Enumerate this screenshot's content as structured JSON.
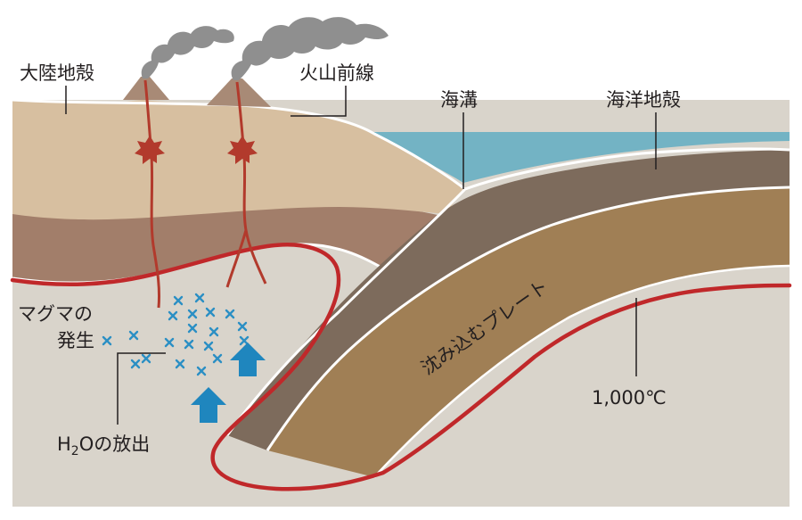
{
  "labels": {
    "continental_crust": "大陸地殻",
    "volcanic_front": "火山前線",
    "trench": "海溝",
    "oceanic_crust": "海洋地殻",
    "magma_line1": "マグマの",
    "magma_line2": "発生",
    "subducting_plate": "沈み込むプレート",
    "isotherm": "1,000℃",
    "water_release_h": "H",
    "water_release_sub": "2",
    "water_release_rest": "Oの放出"
  },
  "colors": {
    "background": "#ffffff",
    "mantle": "#d9d4cb",
    "continental_upper": "#d7bfa0",
    "continental_lower": "#a27e6a",
    "ocean": "#73b3c4",
    "oceanic_crust": "#7d6b5c",
    "subducting_slab": "#a07f55",
    "isotherm_red": "#c0282a",
    "volcano": "#a88a76",
    "smoke": "#8f8f8f",
    "magma": "#b23a2c",
    "water_marks": "#2b8fc4",
    "arrow_blue": "#1f86be"
  },
  "icons": {
    "volcano": "volcano-icon",
    "smoke": "smoke-plume-icon",
    "magma_burst": "magma-burst-icon",
    "water": "h2o-cross-marks",
    "upward_arrow": "arrow-up-icon"
  }
}
